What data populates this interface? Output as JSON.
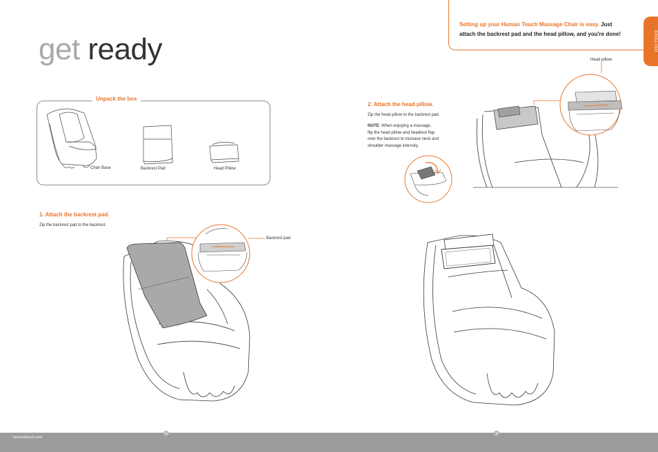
{
  "title": {
    "word1": "get",
    "word2": "ready"
  },
  "intro": {
    "highlight": "Setting up your Human Touch Massage Chair is easy.",
    "line1_rest": " Just",
    "line2": "attach the backrest pad and the head pillow, and you're done!"
  },
  "language_tab": "ENGLISH",
  "unpack": {
    "heading": "Unpack the box",
    "items": [
      {
        "label": "Chair Base"
      },
      {
        "label": "Backrest Pad"
      },
      {
        "label": "Head Pillow"
      }
    ]
  },
  "step1": {
    "heading": "1. Attach the backrest pad.",
    "text": "Zip the backrest pad to the backrest.",
    "callout": "Backrest pad"
  },
  "step2": {
    "heading": "2. Attach the head pillow.",
    "text": "Zip the head pillow to the backrest pad.",
    "note_label": "NOTE",
    "note_lines": [
      ":  When enjoying a massage,",
      "flip the head pillow and headrest flap",
      "over the backrest to increase neck and",
      "shoulder massage intensity."
    ],
    "callout": "Head pillow"
  },
  "footer": {
    "site": "humantouch.com",
    "page_left": "4",
    "page_right": "5"
  },
  "colors": {
    "accent": "#e8742a",
    "footer": "#9b9b9b",
    "title_light": "#a9a9a9",
    "title_dark": "#333333"
  }
}
